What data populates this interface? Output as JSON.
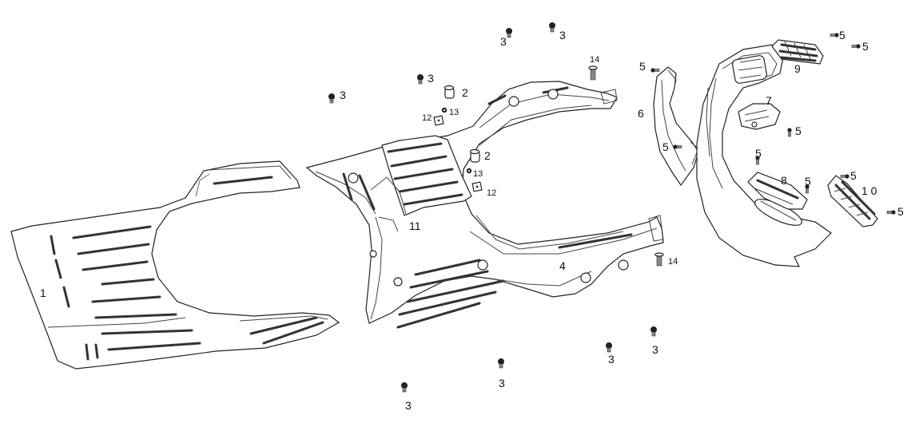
{
  "diagram": {
    "parts": [
      {
        "id": "floor-panel",
        "label": "1"
      },
      {
        "id": "bumper-cap",
        "label": "2"
      },
      {
        "id": "screw",
        "label": "3"
      },
      {
        "id": "main-frame",
        "label": "4"
      },
      {
        "id": "small-screw",
        "label": "5"
      },
      {
        "id": "side-trim",
        "label": "6"
      },
      {
        "id": "mount-bracket",
        "label": "7"
      },
      {
        "id": "vent-grille",
        "label": "8"
      },
      {
        "id": "footrest-left",
        "label": "9"
      },
      {
        "id": "footrest-right",
        "label": "1 0"
      },
      {
        "id": "step-plate",
        "label": "11"
      },
      {
        "id": "clip",
        "label": "12"
      },
      {
        "id": "nut",
        "label": "13"
      },
      {
        "id": "pin",
        "label": "14"
      }
    ]
  }
}
